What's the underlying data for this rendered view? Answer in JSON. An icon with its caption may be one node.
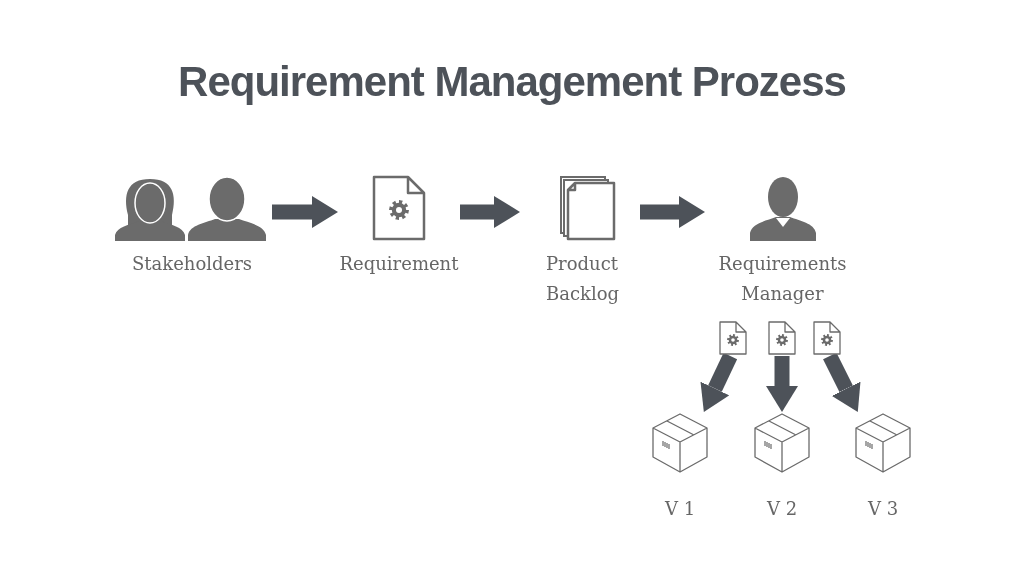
{
  "diagram": {
    "title": "Requirement Management Prozess",
    "nodes": [
      {
        "text": [
          "Stakeholders"
        ]
      },
      {
        "text": [
          "Requirement"
        ]
      },
      {
        "text": [
          "Product Backlog"
        ]
      },
      {
        "text": [
          "Requirements Manager"
        ]
      },
      {
        "text": [],
        "shape": "document"
      },
      {
        "text": [],
        "shape": "document"
      },
      {
        "text": [],
        "shape": "document"
      },
      {
        "text": [
          "V 1"
        ]
      },
      {
        "text": [
          "V 2"
        ]
      },
      {
        "text": [
          "V 3"
        ]
      }
    ],
    "edges": [
      {
        "from": 0,
        "to": 1,
        "arrow": "to"
      },
      {
        "from": 1,
        "to": 2,
        "arrow": "to"
      },
      {
        "from": 2,
        "to": 3,
        "arrow": "to"
      },
      {
        "from": 4,
        "to": 7,
        "arrow": "to"
      },
      {
        "from": 5,
        "to": 8,
        "arrow": "to"
      },
      {
        "from": 6,
        "to": 9,
        "arrow": "to"
      }
    ]
  }
}
